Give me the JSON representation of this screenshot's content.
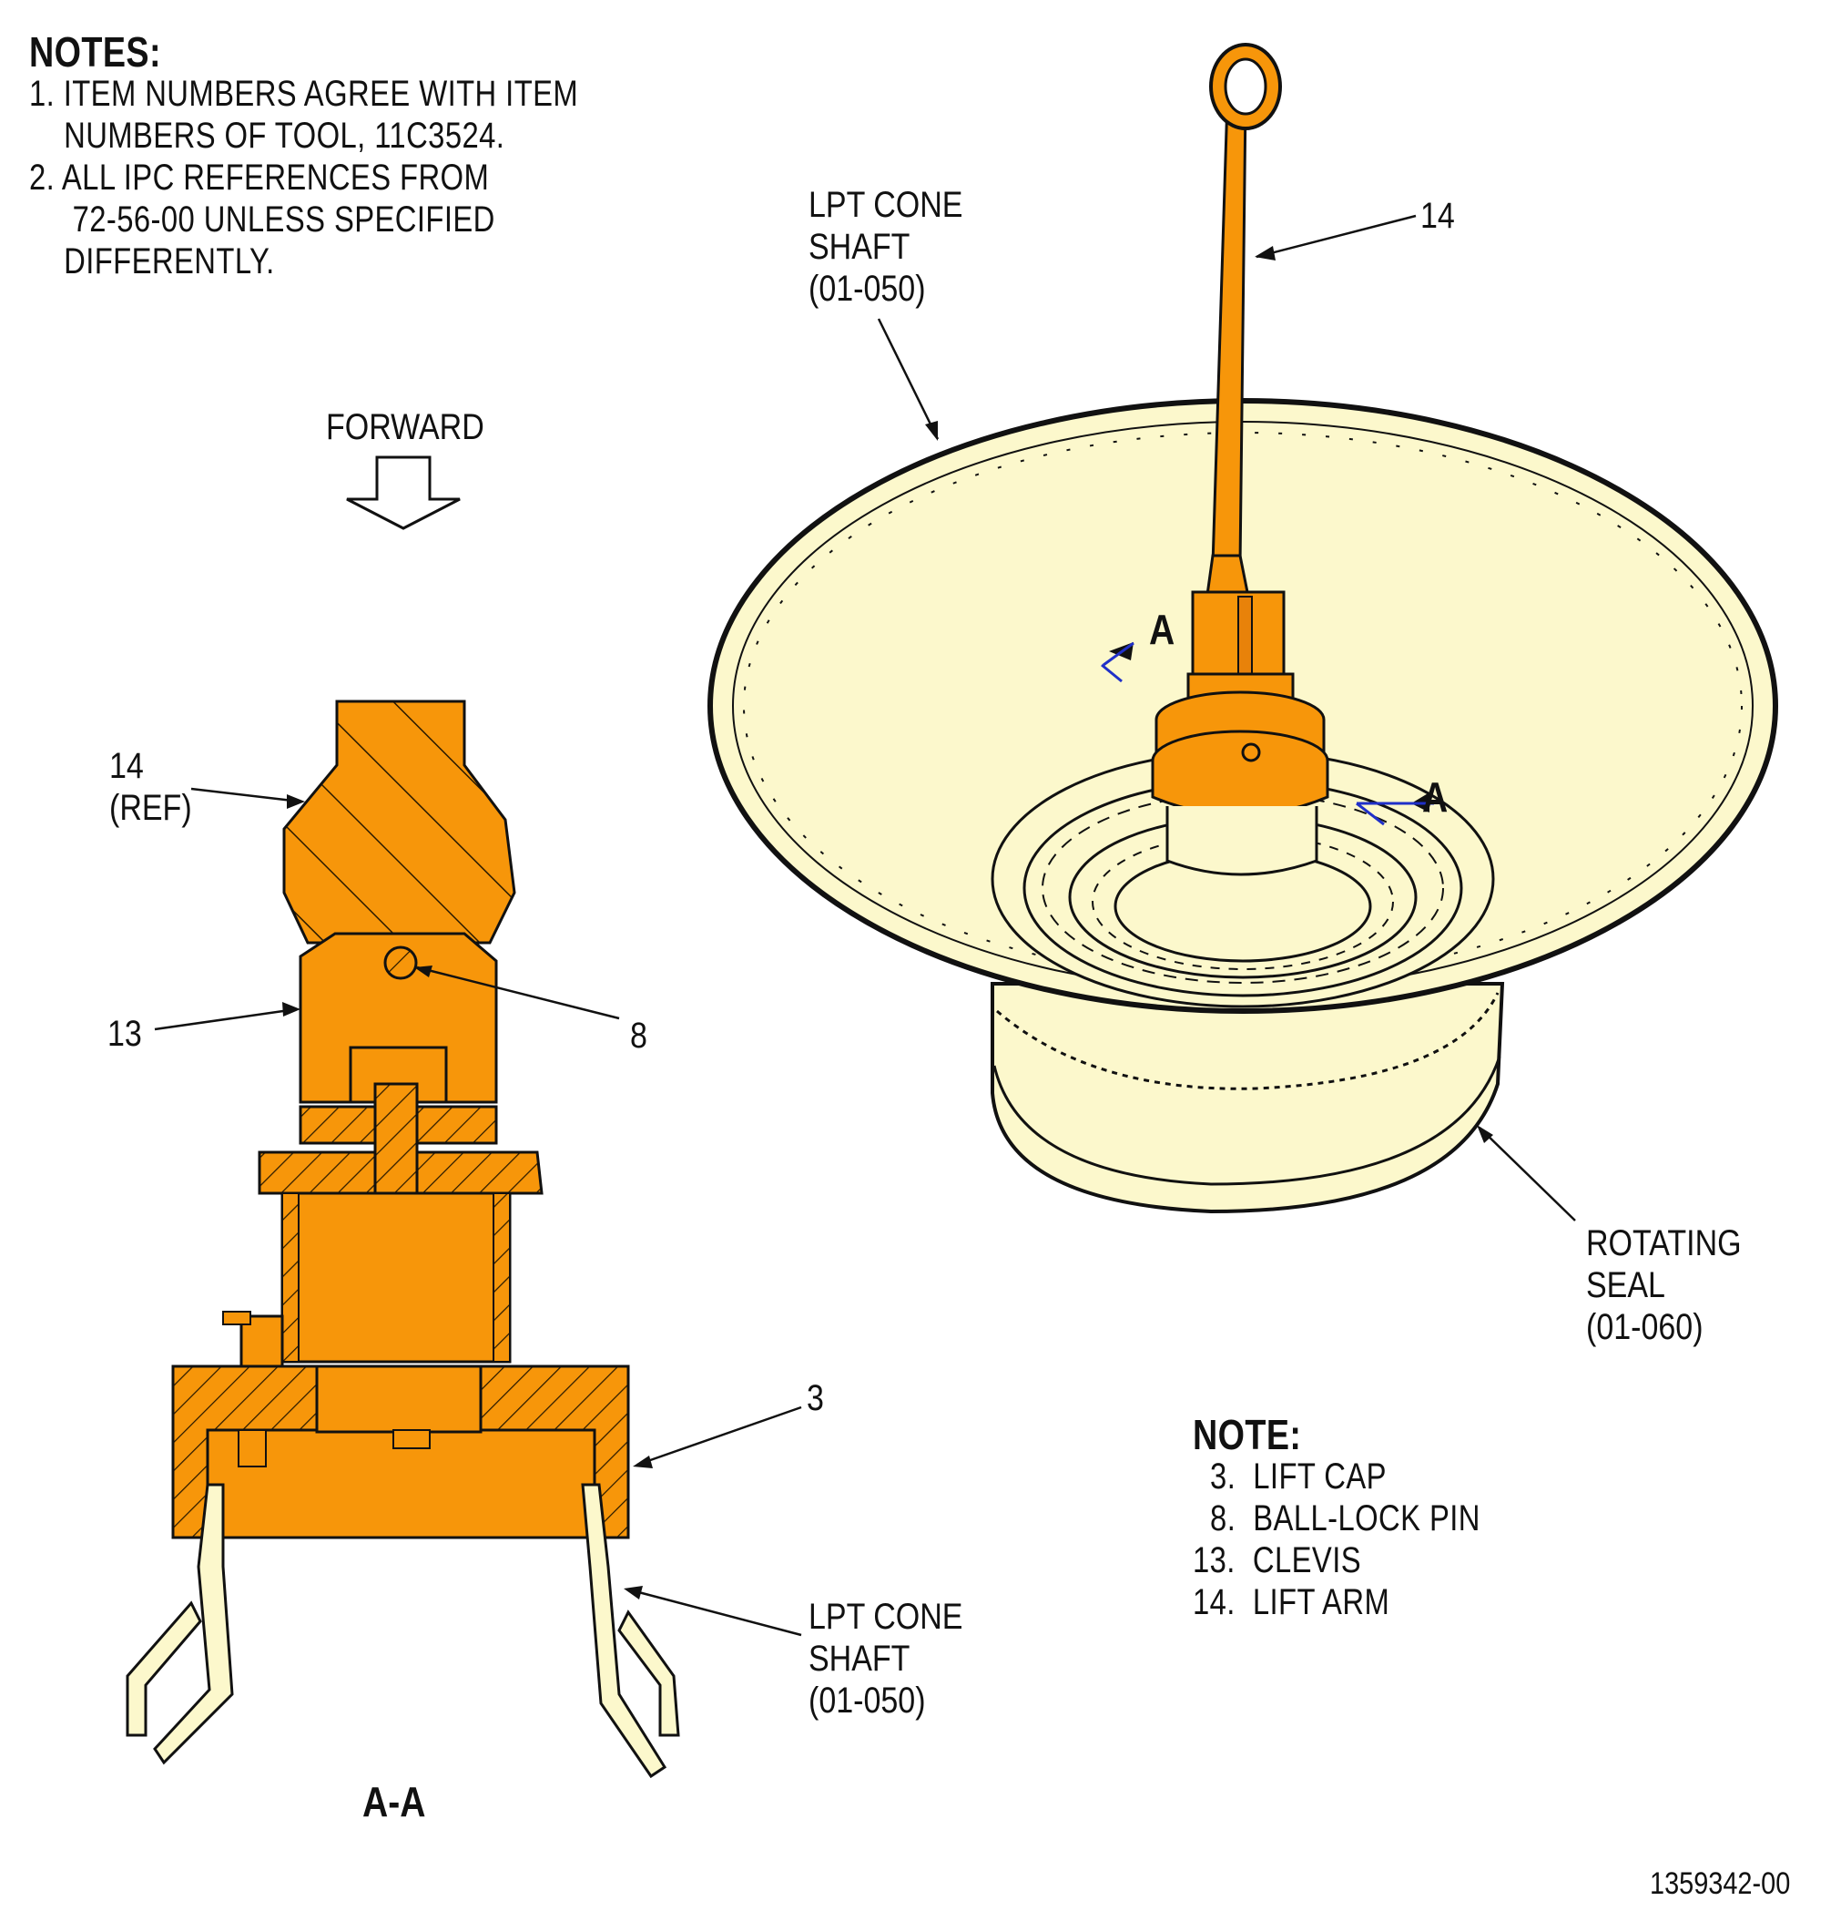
{
  "notes_top": {
    "heading": "NOTES:",
    "lines": [
      "1. ITEM NUMBERS AGREE WITH ITEM",
      "    NUMBERS OF TOOL, 11C3524.",
      "2. ALL IPC REFERENCES FROM",
      "     72-56-00 UNLESS SPECIFIED",
      "    DIFFERENTLY."
    ]
  },
  "forward_label": "FORWARD",
  "callouts": {
    "c14_top": "14",
    "lpt_cone_top": [
      "LPT CONE",
      "SHAFT",
      "(01-050)"
    ],
    "rotating_seal": [
      "ROTATING",
      "SEAL",
      "(01-060)"
    ],
    "c14_ref": [
      "14",
      "(REF)"
    ],
    "c13": "13",
    "c8": "8",
    "c3": "3",
    "lpt_cone_bottom": [
      "LPT CONE",
      "SHAFT",
      "(01-050)"
    ],
    "section_a1": "A",
    "section_a2": "A"
  },
  "section_title": "A-A",
  "notes_legend": {
    "heading": "NOTE:",
    "items": [
      "  3.  LIFT CAP",
      "  8.  BALL-LOCK PIN",
      "13.  CLEVIS",
      "14.  LIFT ARM"
    ]
  },
  "figure_id": "1359342-00",
  "colors": {
    "tool_orange": "#f7960a",
    "part_cream": "#fcf8cc",
    "outline": "#111111",
    "section_marker": "#2030c8"
  }
}
